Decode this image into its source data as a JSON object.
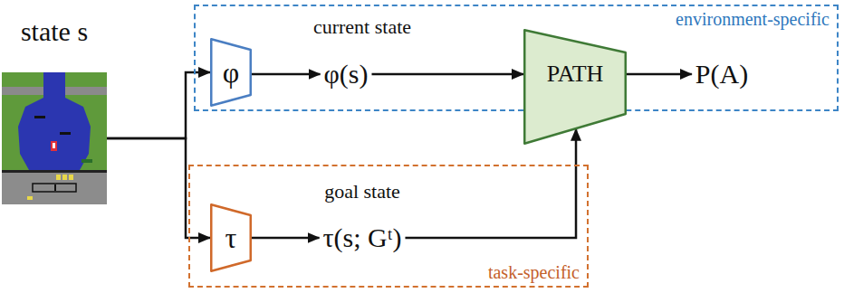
{
  "diagram": {
    "nodes": [
      {
        "text": [
          "state s"
        ]
      },
      {
        "text": [
          "environment-specific"
        ]
      },
      {
        "text": [
          "φ"
        ],
        "in": 1
      },
      {
        "text": [
          "φ(s)"
        ],
        "in": 1
      },
      {
        "text": [
          "PATH"
        ],
        "in": 1
      },
      {
        "text": [
          "P(A)"
        ],
        "in": 1
      },
      {
        "text": [
          "task-specific"
        ]
      },
      {
        "text": [
          "τ"
        ],
        "in": 6
      },
      {
        "text": [
          "τ(s; Gᵗ)"
        ],
        "in": 6
      }
    ],
    "edges": [
      {
        "from": 0,
        "to": 2,
        "arrow": "to"
      },
      {
        "from": 0,
        "to": 7,
        "arrow": "to"
      },
      {
        "from": 2,
        "to": 3,
        "arrow": "to"
      },
      {
        "from": 3,
        "to": 4,
        "arrow": "to"
      },
      {
        "from": 4,
        "to": 5,
        "arrow": "to"
      },
      {
        "from": 7,
        "to": 8,
        "arrow": "to"
      },
      {
        "from": 8,
        "to": 4,
        "arrow": "to"
      }
    ],
    "labels": [
      "current state",
      "goal state"
    ]
  }
}
